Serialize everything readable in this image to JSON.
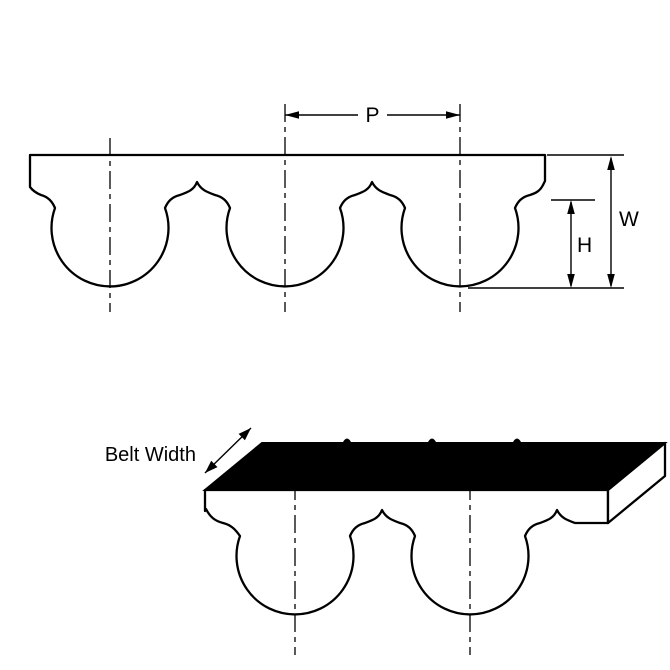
{
  "diagram": {
    "type": "timing-belt-tooth-profile-drawing",
    "labels": {
      "p": "P",
      "w": "W",
      "h": "H",
      "belt_width": "Belt Width"
    },
    "colors": {
      "line": "#000000",
      "background": "#ffffff",
      "belt_body": "#ffffff",
      "belt_top_surface": "#000000"
    }
  }
}
